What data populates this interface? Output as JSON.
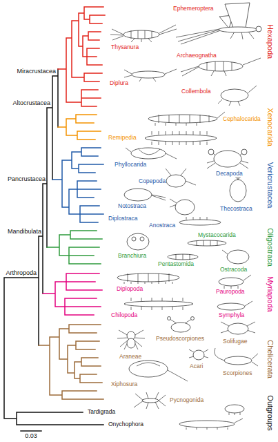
{
  "diagram": {
    "labels": [
      "Ephemeroptera",
      "Hexapoda",
      "Thysanura",
      "Archaeognatha",
      "Miracrustacea",
      "Diplura",
      "Collembola",
      "Altocrustacea",
      "Xenocarida",
      "Cephalocarida",
      "Remipedia",
      "Phyllocarida",
      "Decapoda",
      "Vericrustacea",
      "Copepoda",
      "Pancrustacea",
      "Notostraca",
      "Thecostraca",
      "Diplostraca",
      "Anostraca",
      "Oligostraca",
      "Mystacocarida",
      "Branchiura",
      "Mandibulata",
      "Pentastomida",
      "Ostracoda",
      "Myriapoda",
      "Diplopoda",
      "Pauropoda",
      "Arthropoda",
      "Chilopoda",
      "Symphyla",
      "Chelicerata",
      "Araneae",
      "Pseudoscorpiones",
      "Solifugae",
      "Acari",
      "Scorpiones",
      "Xiphosura",
      "Pycnogonida",
      "Outgroups",
      "Tardigrada",
      "Onychophora",
      "0.03"
    ]
  }
}
